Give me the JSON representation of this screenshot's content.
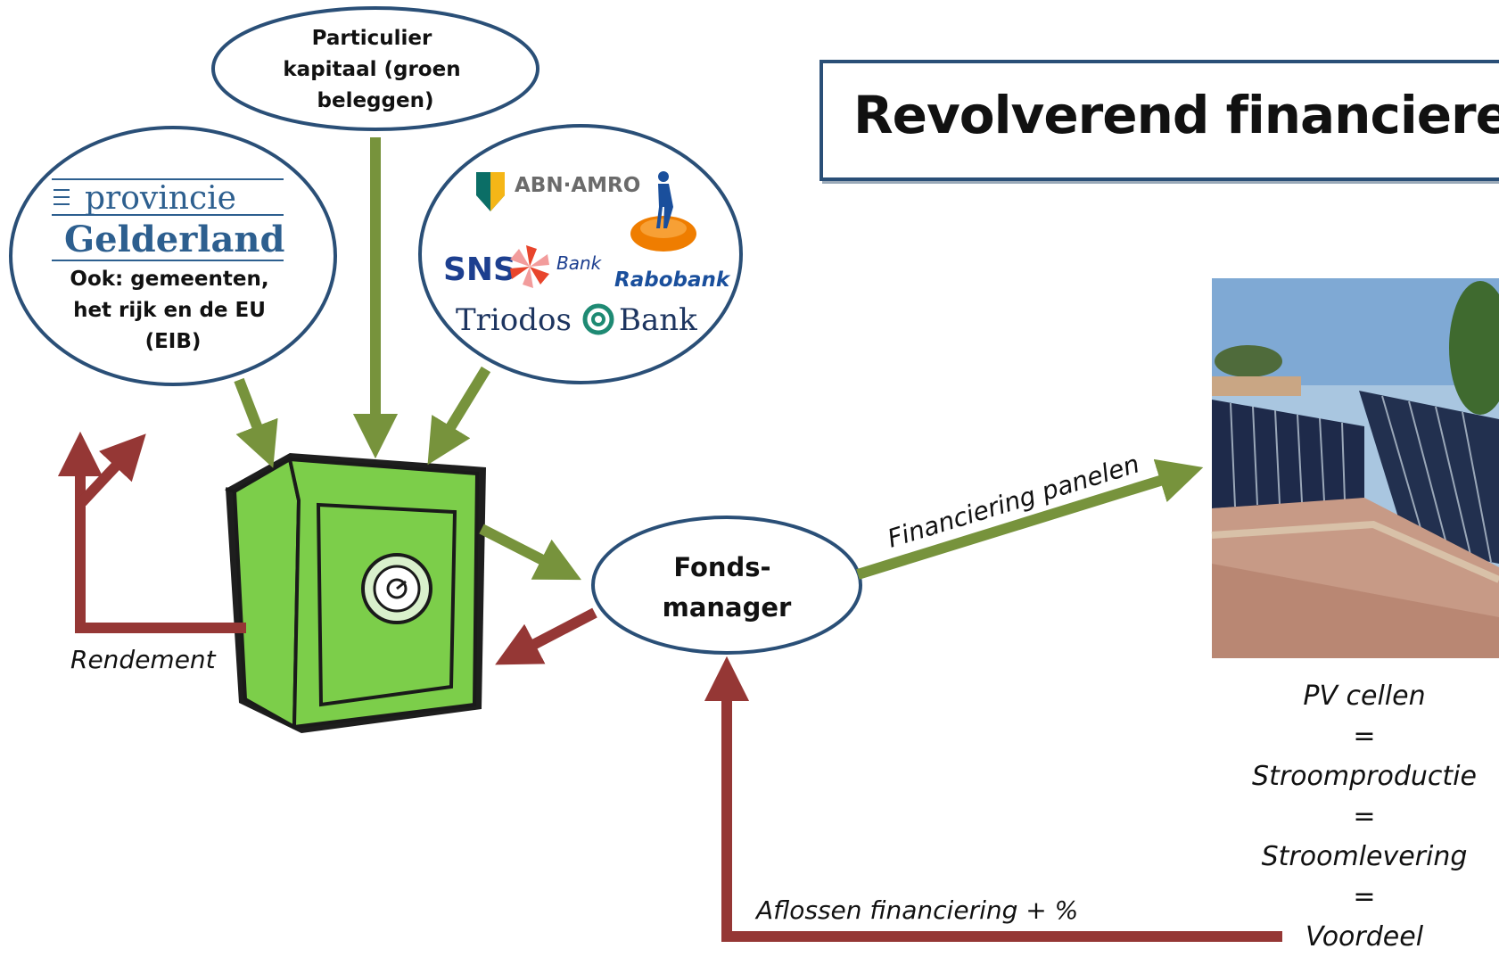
{
  "title": "Revolverend financieren",
  "nodes": {
    "particulier": {
      "lines": [
        "Particulier",
        "kapitaal (groen",
        "beleggen)"
      ]
    },
    "provincie": {
      "logo_line1": "provincie",
      "logo_line2": "Gelderland",
      "lines": [
        "Ook: gemeenten,",
        "het rijk en de EU",
        "(EIB)"
      ]
    },
    "banks": {
      "abn_amro": "ABN·AMRO",
      "sns": "SNS",
      "sns_bank": "Bank",
      "rabobank": "Rabobank",
      "triodos": "Triodos",
      "triodos_bank": "Bank"
    },
    "fondsmanager": {
      "lines": [
        "Fonds-",
        "manager"
      ]
    }
  },
  "edges": {
    "financiering": "Financiering panelen",
    "rendement": "Rendement",
    "aflossen": "Aflossen financiering + %"
  },
  "pv_chain": [
    "PV cellen",
    "=",
    "Stroomproductie",
    "=",
    "Stroomlevering",
    "=",
    "Voordeel"
  ],
  "colors": {
    "green_arrow": "#77933c",
    "red_arrow": "#953735",
    "ellipse_stroke": "#2a4f77",
    "safe_green": "#7cce4a"
  }
}
